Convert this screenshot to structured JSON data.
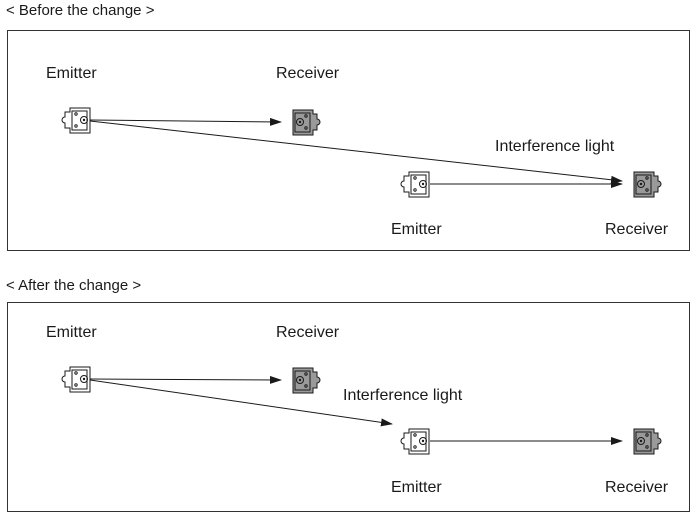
{
  "before": {
    "title": "< Before the change >",
    "emitter_left_label": "Emitter",
    "receiver_left_label": "Receiver",
    "interference_label": "Interference light",
    "emitter_right_label": "Emitter",
    "receiver_right_label": "Receiver"
  },
  "after": {
    "title": "< After the change >",
    "emitter_left_label": "Emitter",
    "receiver_left_label": "Receiver",
    "interference_label": "Interference light",
    "emitter_right_label": "Emitter",
    "receiver_right_label": "Receiver"
  },
  "colors": {
    "receiver_fill": "#9a9a9a",
    "emitter_fill": "#ffffff",
    "line": "#1a1a1a"
  }
}
